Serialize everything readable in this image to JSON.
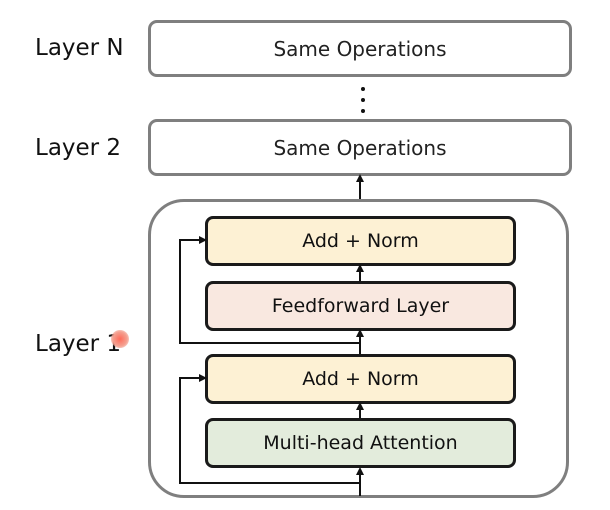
{
  "layers": {
    "layer_n": {
      "label": "Layer N",
      "box_text": "Same Operations"
    },
    "ellipsis": "⋮",
    "layer_2": {
      "label": "Layer 2",
      "box_text": "Same Operations"
    },
    "layer_1": {
      "label": "Layer 1",
      "blocks": {
        "add_norm_top": "Add + Norm",
        "feedforward": "Feedforward Layer",
        "add_norm_bottom": "Add + Norm",
        "attention": "Multi-head Attention"
      }
    }
  },
  "colors": {
    "add_norm": "#fdf1d4",
    "feedforward": "#f9e8e0",
    "attention": "#e3ecdc",
    "frame_border": "#7f7f7f",
    "block_border": "#1a1a1a"
  }
}
